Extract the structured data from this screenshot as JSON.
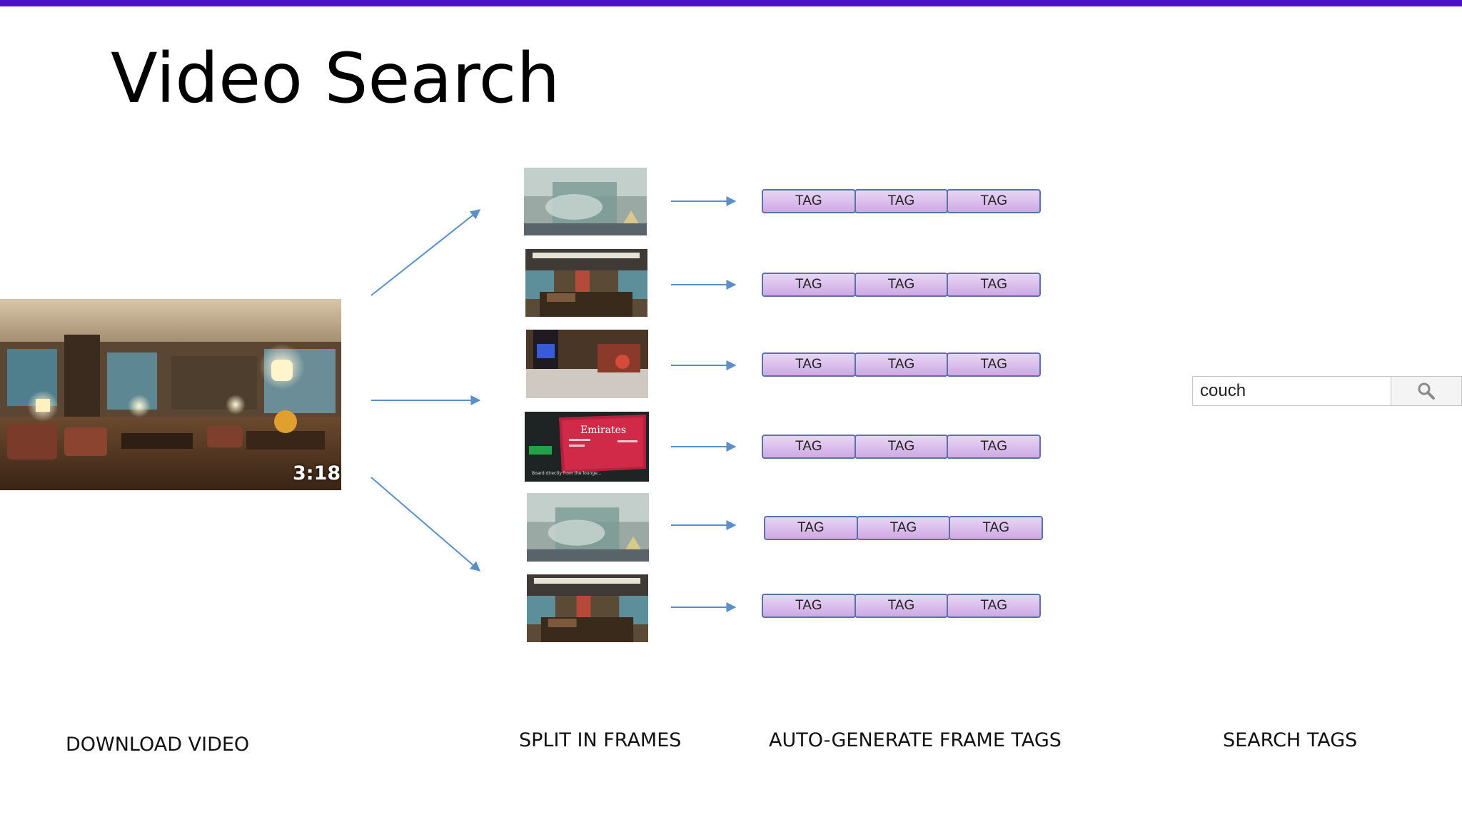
{
  "title": "Video Search",
  "video": {
    "duration": "3:18"
  },
  "frames": [
    {
      "kind": "glass",
      "tags": [
        "TAG",
        "TAG",
        "TAG"
      ]
    },
    {
      "kind": "lounge",
      "tags": [
        "TAG",
        "TAG",
        "TAG"
      ]
    },
    {
      "kind": "counter",
      "tags": [
        "TAG",
        "TAG",
        "TAG"
      ]
    },
    {
      "kind": "sign",
      "sign_text": "Emirates",
      "caption": "Board directly from the lounge...",
      "tags": [
        "TAG",
        "TAG",
        "TAG"
      ]
    },
    {
      "kind": "glass",
      "tags": [
        "TAG",
        "TAG",
        "TAG"
      ]
    },
    {
      "kind": "lounge",
      "tags": [
        "TAG",
        "TAG",
        "TAG"
      ]
    }
  ],
  "search": {
    "value": "couch",
    "icon": "search-icon"
  },
  "captions": {
    "download": "DOWNLOAD VIDEO",
    "split": "SPLIT IN FRAMES",
    "autotag": "AUTO-GENERATE FRAME TAGS",
    "search": "SEARCH TAGS"
  },
  "colors": {
    "accent_bar": "#4a12c4",
    "arrow": "#5a8fc8",
    "tag_fill": "#d9bcec",
    "tag_border": "#5b72a8"
  }
}
